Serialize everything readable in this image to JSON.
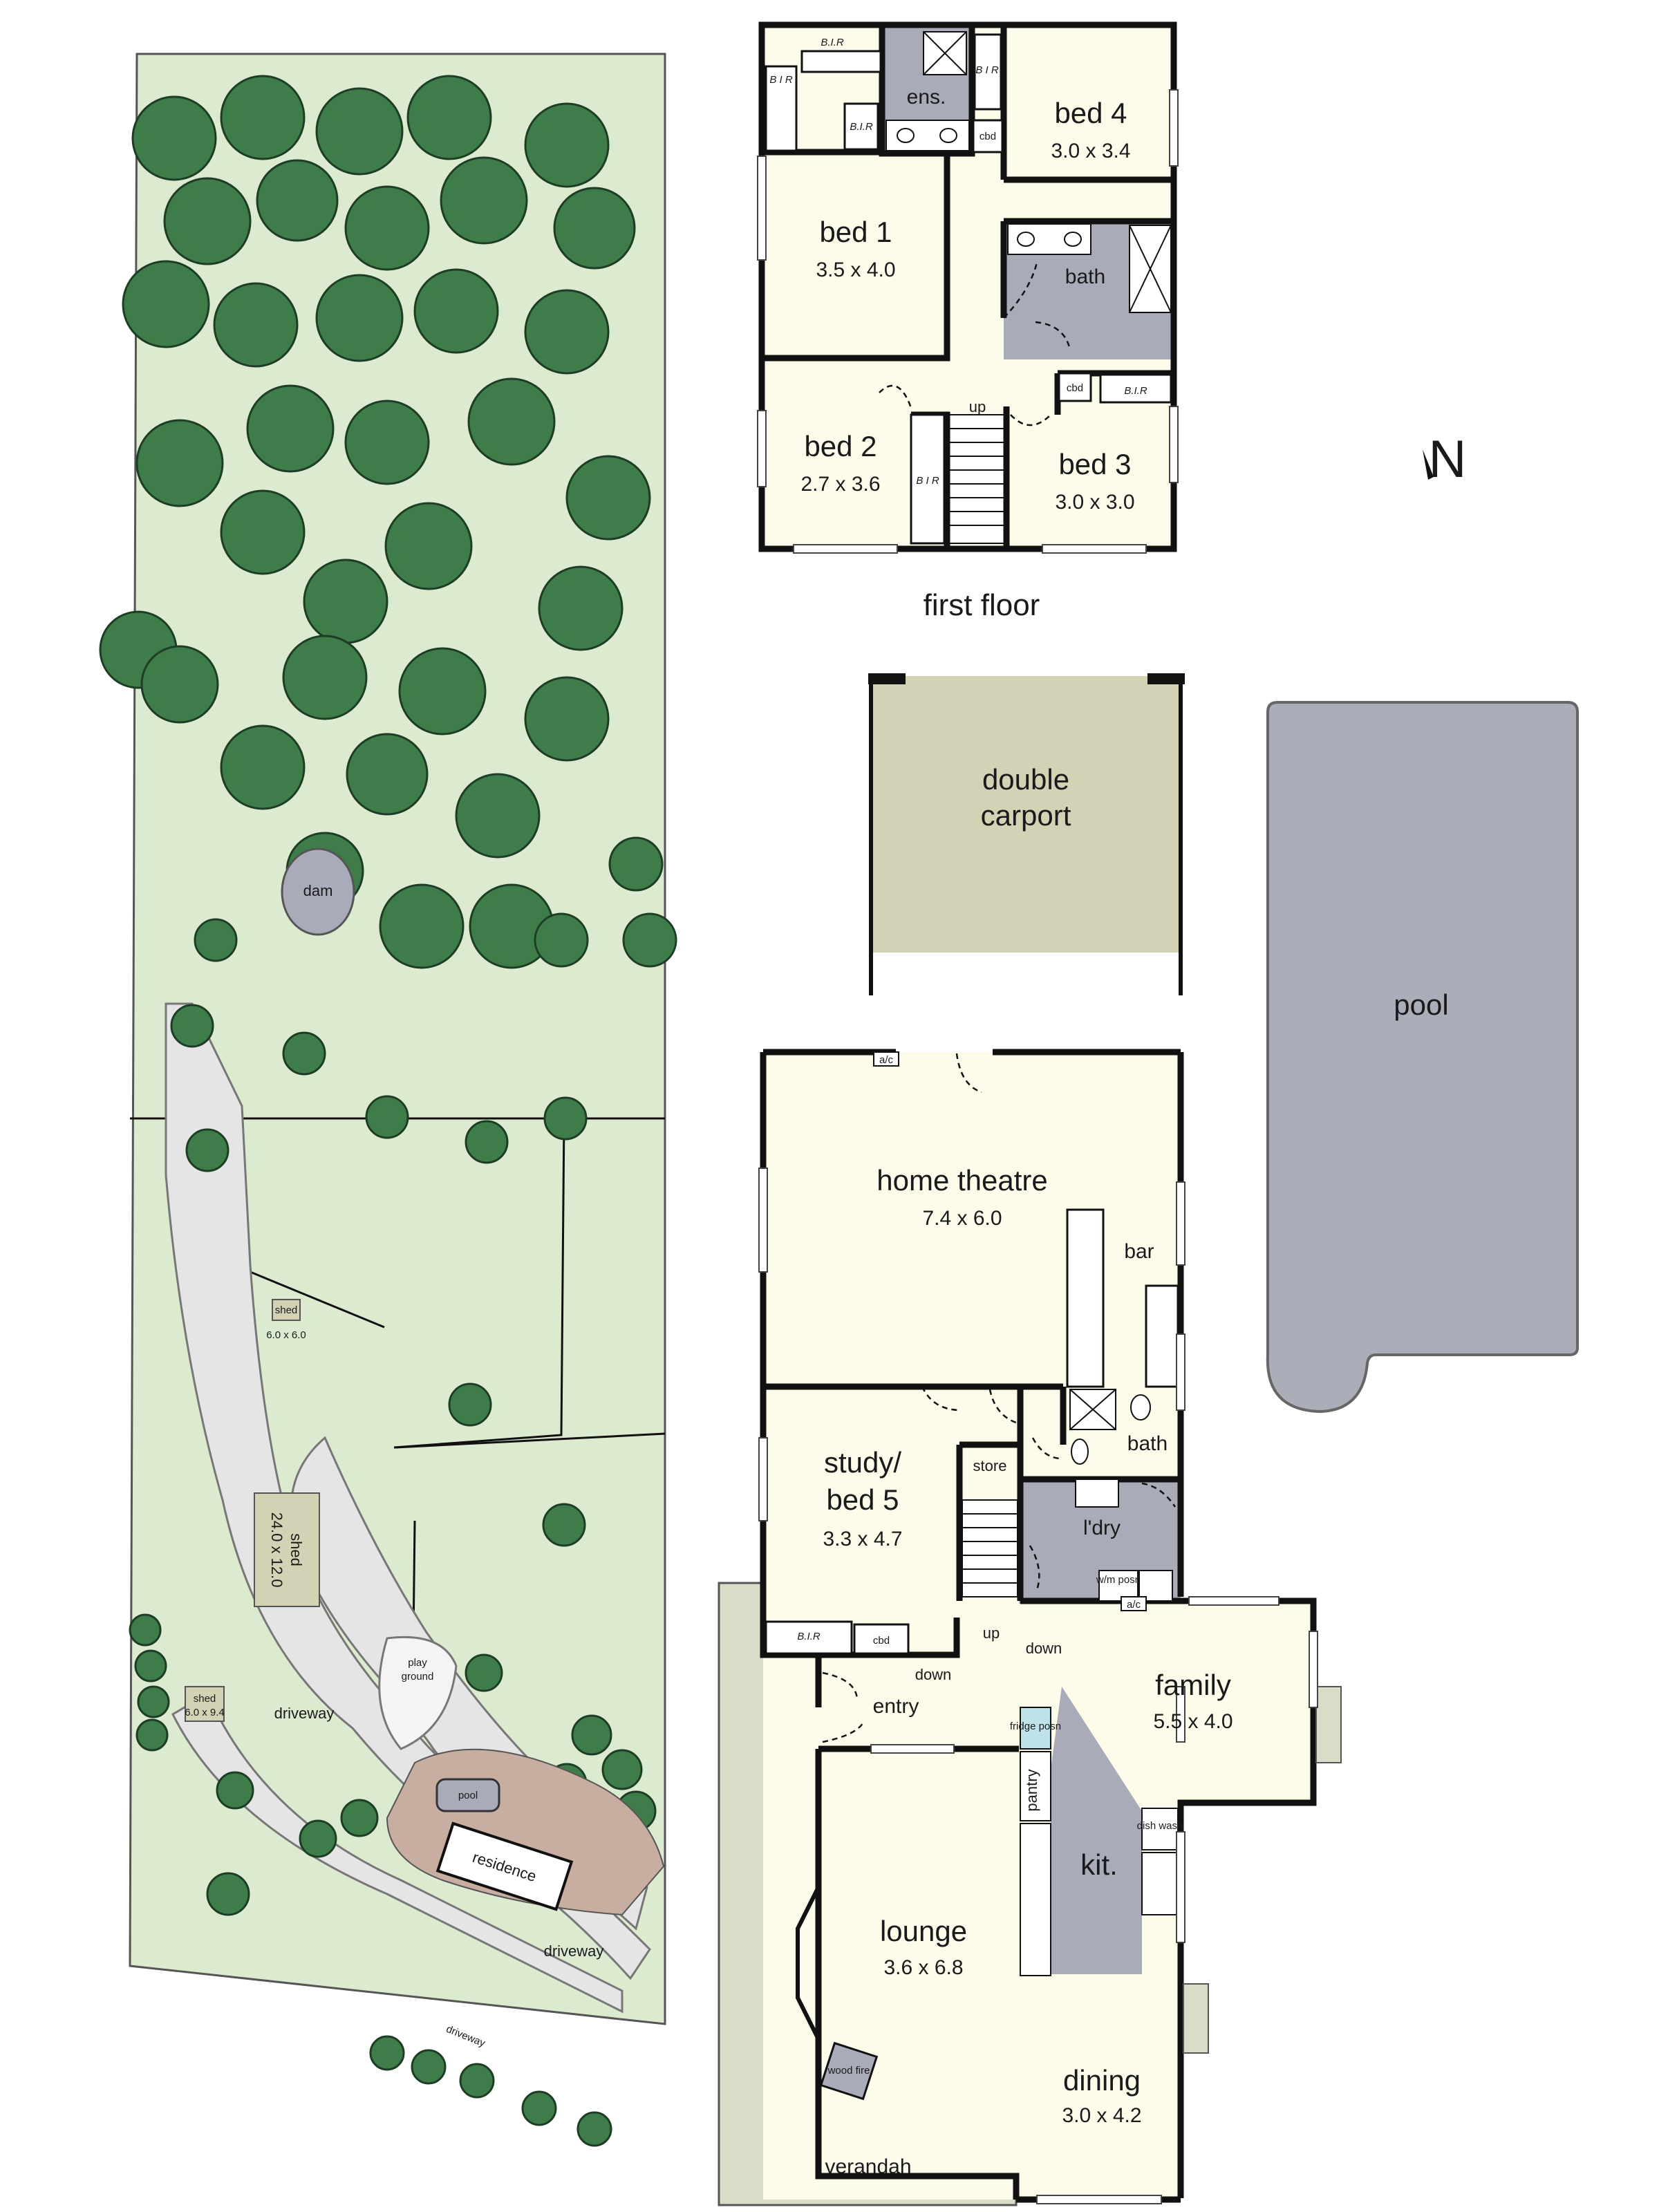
{
  "compass": {
    "label": "N"
  },
  "floors": {
    "first_floor_label": "first floor"
  },
  "first_floor": {
    "bed4": {
      "name": "bed 4",
      "size": "3.0 x 3.4"
    },
    "bed1": {
      "name": "bed 1",
      "size": "3.5 x 4.0"
    },
    "bed2": {
      "name": "bed 2",
      "size": "2.7 x 3.6"
    },
    "bed3": {
      "name": "bed 3",
      "size": "3.0 x 3.0"
    },
    "ens": "ens.",
    "bath": "bath",
    "bir": "B.I.R",
    "bir_vertical": "B I R",
    "cbd": "cbd",
    "up": "up"
  },
  "ground_floor": {
    "carport": {
      "line1": "double",
      "line2": "carport"
    },
    "pool": "pool",
    "home_theatre": {
      "name": "home theatre",
      "size": "7.4 x 6.0"
    },
    "bar": "bar",
    "ac": "a/c",
    "study": {
      "line1": "study/",
      "line2": "bed 5",
      "size": "3.3 x 4.7"
    },
    "store": "store",
    "bath": "bath",
    "laundry": "l'dry",
    "wm_posn": "w/m posn",
    "bir": "B.I.R",
    "cbd": "cbd",
    "down": "down",
    "up": "up",
    "entry": "entry",
    "family": {
      "name": "family",
      "size": "5.5 x 4.0"
    },
    "fridge_posn": "fridge posn",
    "pantry": "pantry",
    "dishwasher": "dish wash",
    "kitchen": "kit.",
    "lounge": {
      "name": "lounge",
      "size": "3.6 x 6.8"
    },
    "wood_fire": "wood fire",
    "dining": {
      "name": "dining",
      "size": "3.0 x 4.2"
    },
    "verandah": "verandah"
  },
  "site": {
    "dam": "dam",
    "shed_small_top": {
      "name": "shed",
      "size": "6.0 x 6.0"
    },
    "shed_big": {
      "name": "shed",
      "size": "24.0 x 12.0"
    },
    "shed_small_bottom": {
      "name": "shed",
      "size": "6.0 x 9.4"
    },
    "play_ground": {
      "line1": "play",
      "line2": "ground"
    },
    "pool": "pool",
    "residence": "residence",
    "driveway_labels": [
      "driveway",
      "driveway",
      "driveway"
    ]
  },
  "colors": {
    "land": "#dcebd0",
    "tree": "#3e7d4a",
    "room": "#fdfbea",
    "wet": "#a9abb8",
    "carport": "#d3d2b5",
    "verandah": "#dbdcc7",
    "pool": "#abadb9",
    "driveway": "#e5e5e5"
  }
}
